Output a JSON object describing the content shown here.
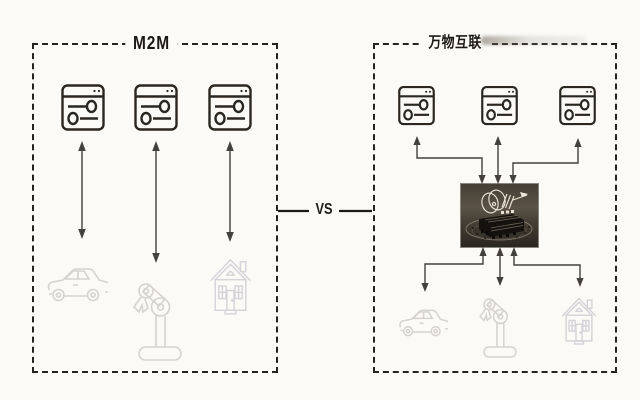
{
  "canvas": {
    "background_color": "#fbfaf6",
    "outline_color": "#26221e",
    "arrow_color": "#44403c",
    "device_outline_color": "#d6d3cf"
  },
  "left_panel": {
    "title": "M2M",
    "app_icons": [
      "app-window",
      "app-window",
      "app-window"
    ],
    "devices": [
      "car",
      "robot-arm",
      "house"
    ]
  },
  "comparison": {
    "vs_label": "VS"
  },
  "right_panel": {
    "title": "万物互联",
    "app_icons": [
      "app-window",
      "app-window",
      "app-window"
    ],
    "hub": "iot-chip-photo",
    "devices": [
      "car",
      "robot-arm",
      "house"
    ]
  }
}
